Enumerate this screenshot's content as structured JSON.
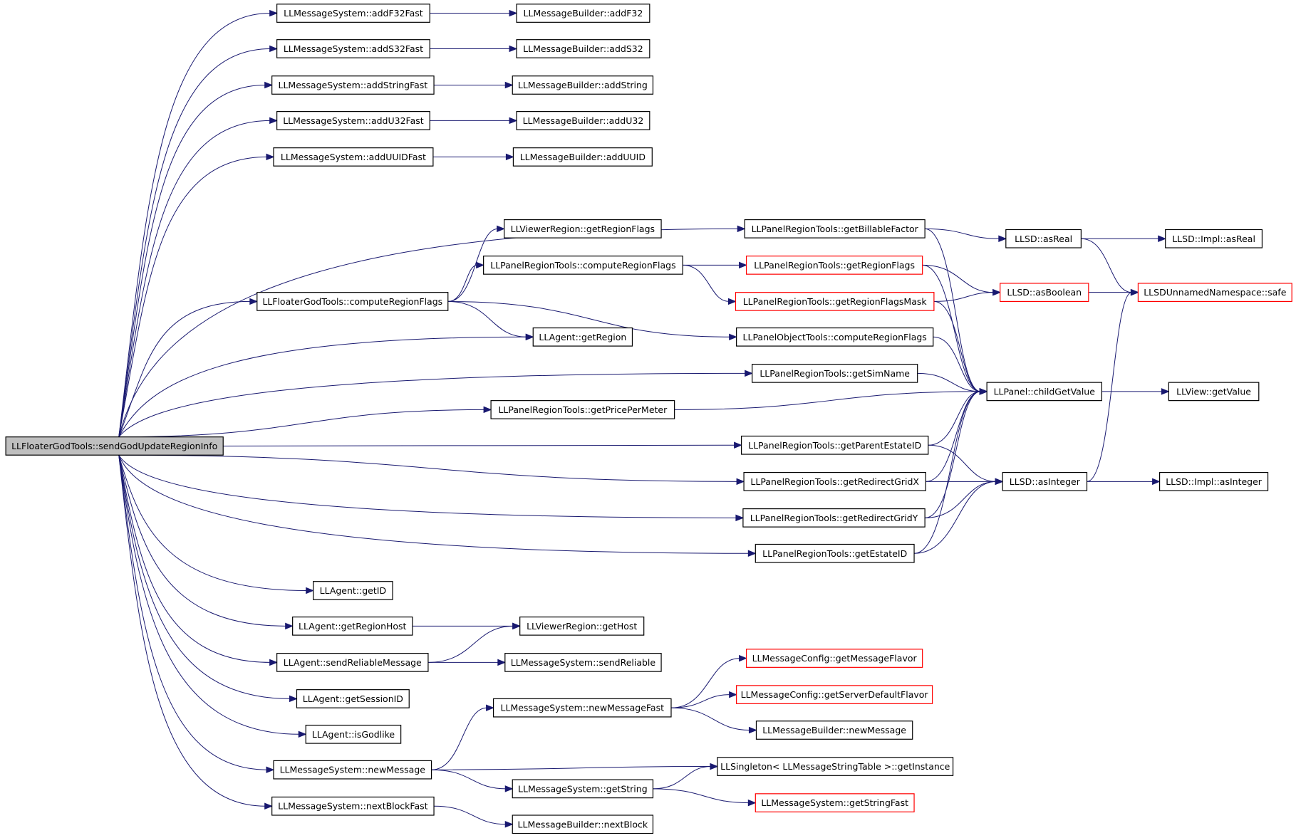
{
  "nodes": [
    {
      "id": "root",
      "label": "LLFloaterGodTools::sendGodUpdateRegionInfo",
      "style": "root"
    },
    {
      "id": "ms_addF32Fast",
      "label": "LLMessageSystem::addF32Fast",
      "style": "normal"
    },
    {
      "id": "mb_addF32",
      "label": "LLMessageBuilder::addF32",
      "style": "normal"
    },
    {
      "id": "ms_addS32Fast",
      "label": "LLMessageSystem::addS32Fast",
      "style": "normal"
    },
    {
      "id": "mb_addS32",
      "label": "LLMessageBuilder::addS32",
      "style": "normal"
    },
    {
      "id": "ms_addStringFast",
      "label": "LLMessageSystem::addStringFast",
      "style": "normal"
    },
    {
      "id": "mb_addString",
      "label": "LLMessageBuilder::addString",
      "style": "normal"
    },
    {
      "id": "ms_addU32Fast",
      "label": "LLMessageSystem::addU32Fast",
      "style": "normal"
    },
    {
      "id": "mb_addU32",
      "label": "LLMessageBuilder::addU32",
      "style": "normal"
    },
    {
      "id": "ms_addUUIDFast",
      "label": "LLMessageSystem::addUUIDFast",
      "style": "normal"
    },
    {
      "id": "mb_addUUID",
      "label": "LLMessageBuilder::addUUID",
      "style": "normal"
    },
    {
      "id": "prt_getBillableFactor",
      "label": "LLPanelRegionTools::getBillableFactor",
      "style": "normal"
    },
    {
      "id": "llsd_asReal",
      "label": "LLSD::asReal",
      "style": "normal"
    },
    {
      "id": "impl_asReal",
      "label": "LLSD::Impl::asReal",
      "style": "normal"
    },
    {
      "id": "vr_getRegionFlags",
      "label": "LLViewerRegion::getRegionFlags",
      "style": "normal"
    },
    {
      "id": "prt_computeRegionFlags",
      "label": "LLPanelRegionTools::computeRegionFlags",
      "style": "normal"
    },
    {
      "id": "prt_getRegionFlags",
      "label": "LLPanelRegionTools::getRegionFlags",
      "style": "ext"
    },
    {
      "id": "prt_getRegionFlagsMask",
      "label": "LLPanelRegionTools::getRegionFlagsMask",
      "style": "ext"
    },
    {
      "id": "llsd_asBoolean",
      "label": "LLSD::asBoolean",
      "style": "ext"
    },
    {
      "id": "unnamed_safe",
      "label": "LLSDUnnamedNamespace::safe",
      "style": "ext"
    },
    {
      "id": "fgt_computeRegionFlags",
      "label": "LLFloaterGodTools::computeRegionFlags",
      "style": "normal"
    },
    {
      "id": "agent_getRegion",
      "label": "LLAgent::getRegion",
      "style": "normal"
    },
    {
      "id": "pot_computeRegionFlags",
      "label": "LLPanelObjectTools::computeRegionFlags",
      "style": "normal"
    },
    {
      "id": "prt_getSimName",
      "label": "LLPanelRegionTools::getSimName",
      "style": "normal"
    },
    {
      "id": "panel_childGetValue",
      "label": "LLPanel::childGetValue",
      "style": "normal"
    },
    {
      "id": "view_getValue",
      "label": "LLView::getValue",
      "style": "normal"
    },
    {
      "id": "prt_getPricePerMeter",
      "label": "LLPanelRegionTools::getPricePerMeter",
      "style": "normal"
    },
    {
      "id": "prt_getParentEstateID",
      "label": "LLPanelRegionTools::getParentEstateID",
      "style": "normal"
    },
    {
      "id": "prt_getRedirectGridX",
      "label": "LLPanelRegionTools::getRedirectGridX",
      "style": "normal"
    },
    {
      "id": "llsd_asInteger",
      "label": "LLSD::asInteger",
      "style": "normal"
    },
    {
      "id": "impl_asInteger",
      "label": "LLSD::Impl::asInteger",
      "style": "normal"
    },
    {
      "id": "prt_getRedirectGridY",
      "label": "LLPanelRegionTools::getRedirectGridY",
      "style": "normal"
    },
    {
      "id": "prt_getEstateID",
      "label": "LLPanelRegionTools::getEstateID",
      "style": "normal"
    },
    {
      "id": "agent_getID",
      "label": "LLAgent::getID",
      "style": "normal"
    },
    {
      "id": "agent_getRegionHost",
      "label": "LLAgent::getRegionHost",
      "style": "normal"
    },
    {
      "id": "vr_getHost",
      "label": "LLViewerRegion::getHost",
      "style": "normal"
    },
    {
      "id": "agent_sendReliableMessage",
      "label": "LLAgent::sendReliableMessage",
      "style": "normal"
    },
    {
      "id": "ms_sendReliable",
      "label": "LLMessageSystem::sendReliable",
      "style": "normal"
    },
    {
      "id": "mc_getMessageFlavor",
      "label": "LLMessageConfig::getMessageFlavor",
      "style": "ext"
    },
    {
      "id": "agent_getSessionID",
      "label": "LLAgent::getSessionID",
      "style": "normal"
    },
    {
      "id": "mc_getServerDefaultFlavor",
      "label": "LLMessageConfig::getServerDefaultFlavor",
      "style": "ext"
    },
    {
      "id": "ms_newMessageFast",
      "label": "LLMessageSystem::newMessageFast",
      "style": "normal"
    },
    {
      "id": "mb_newMessage",
      "label": "LLMessageBuilder::newMessage",
      "style": "normal"
    },
    {
      "id": "agent_isGodlike",
      "label": "LLAgent::isGodlike",
      "style": "normal"
    },
    {
      "id": "ms_newMessage",
      "label": "LLMessageSystem::newMessage",
      "style": "normal"
    },
    {
      "id": "singleton_getInstance",
      "label": "LLSingleton< LLMessageStringTable >::getInstance",
      "style": "normal"
    },
    {
      "id": "ms_getString",
      "label": "LLMessageSystem::getString",
      "style": "normal"
    },
    {
      "id": "ms_getStringFast",
      "label": "LLMessageSystem::getStringFast",
      "style": "ext"
    },
    {
      "id": "ms_nextBlockFast",
      "label": "LLMessageSystem::nextBlockFast",
      "style": "normal"
    },
    {
      "id": "mb_nextBlock",
      "label": "LLMessageBuilder::nextBlock",
      "style": "normal"
    }
  ],
  "edges": [
    [
      "root",
      "ms_addF32Fast"
    ],
    [
      "root",
      "ms_addS32Fast"
    ],
    [
      "root",
      "ms_addStringFast"
    ],
    [
      "root",
      "ms_addU32Fast"
    ],
    [
      "root",
      "ms_addUUIDFast"
    ],
    [
      "root",
      "prt_getBillableFactor"
    ],
    [
      "root",
      "fgt_computeRegionFlags"
    ],
    [
      "root",
      "agent_getRegion"
    ],
    [
      "root",
      "prt_getSimName"
    ],
    [
      "root",
      "prt_getPricePerMeter"
    ],
    [
      "root",
      "prt_getParentEstateID"
    ],
    [
      "root",
      "prt_getRedirectGridX"
    ],
    [
      "root",
      "prt_getRedirectGridY"
    ],
    [
      "root",
      "prt_getEstateID"
    ],
    [
      "root",
      "agent_getID"
    ],
    [
      "root",
      "agent_getRegionHost"
    ],
    [
      "root",
      "agent_sendReliableMessage"
    ],
    [
      "root",
      "agent_getSessionID"
    ],
    [
      "root",
      "agent_isGodlike"
    ],
    [
      "root",
      "ms_newMessage"
    ],
    [
      "root",
      "ms_nextBlockFast"
    ],
    [
      "ms_addF32Fast",
      "mb_addF32"
    ],
    [
      "ms_addS32Fast",
      "mb_addS32"
    ],
    [
      "ms_addStringFast",
      "mb_addString"
    ],
    [
      "ms_addU32Fast",
      "mb_addU32"
    ],
    [
      "ms_addUUIDFast",
      "mb_addUUID"
    ],
    [
      "prt_getBillableFactor",
      "llsd_asReal"
    ],
    [
      "prt_getBillableFactor",
      "panel_childGetValue"
    ],
    [
      "llsd_asReal",
      "impl_asReal"
    ],
    [
      "llsd_asReal",
      "unnamed_safe"
    ],
    [
      "fgt_computeRegionFlags",
      "vr_getRegionFlags"
    ],
    [
      "fgt_computeRegionFlags",
      "prt_computeRegionFlags"
    ],
    [
      "fgt_computeRegionFlags",
      "agent_getRegion"
    ],
    [
      "fgt_computeRegionFlags",
      "pot_computeRegionFlags"
    ],
    [
      "prt_computeRegionFlags",
      "prt_getRegionFlags"
    ],
    [
      "prt_computeRegionFlags",
      "prt_getRegionFlagsMask"
    ],
    [
      "prt_getRegionFlags",
      "llsd_asBoolean"
    ],
    [
      "prt_getRegionFlags",
      "panel_childGetValue"
    ],
    [
      "prt_getRegionFlagsMask",
      "llsd_asBoolean"
    ],
    [
      "prt_getRegionFlagsMask",
      "panel_childGetValue"
    ],
    [
      "llsd_asBoolean",
      "unnamed_safe"
    ],
    [
      "pot_computeRegionFlags",
      "panel_childGetValue"
    ],
    [
      "prt_getSimName",
      "panel_childGetValue"
    ],
    [
      "prt_getPricePerMeter",
      "panel_childGetValue"
    ],
    [
      "panel_childGetValue",
      "view_getValue"
    ],
    [
      "prt_getParentEstateID",
      "panel_childGetValue"
    ],
    [
      "prt_getParentEstateID",
      "llsd_asInteger"
    ],
    [
      "prt_getRedirectGridX",
      "llsd_asInteger"
    ],
    [
      "prt_getRedirectGridX",
      "panel_childGetValue"
    ],
    [
      "prt_getRedirectGridY",
      "llsd_asInteger"
    ],
    [
      "prt_getRedirectGridY",
      "panel_childGetValue"
    ],
    [
      "prt_getEstateID",
      "llsd_asInteger"
    ],
    [
      "prt_getEstateID",
      "panel_childGetValue"
    ],
    [
      "llsd_asInteger",
      "impl_asInteger"
    ],
    [
      "llsd_asInteger",
      "unnamed_safe"
    ],
    [
      "agent_getRegionHost",
      "vr_getHost"
    ],
    [
      "agent_sendReliableMessage",
      "vr_getHost"
    ],
    [
      "agent_sendReliableMessage",
      "ms_sendReliable"
    ],
    [
      "ms_newMessage",
      "ms_newMessageFast"
    ],
    [
      "ms_newMessage",
      "singleton_getInstance"
    ],
    [
      "ms_newMessage",
      "ms_getString"
    ],
    [
      "ms_newMessageFast",
      "mc_getMessageFlavor"
    ],
    [
      "ms_newMessageFast",
      "mc_getServerDefaultFlavor"
    ],
    [
      "ms_newMessageFast",
      "mb_newMessage"
    ],
    [
      "ms_getString",
      "singleton_getInstance"
    ],
    [
      "ms_getString",
      "ms_getStringFast"
    ],
    [
      "ms_nextBlockFast",
      "mb_nextBlock"
    ]
  ]
}
